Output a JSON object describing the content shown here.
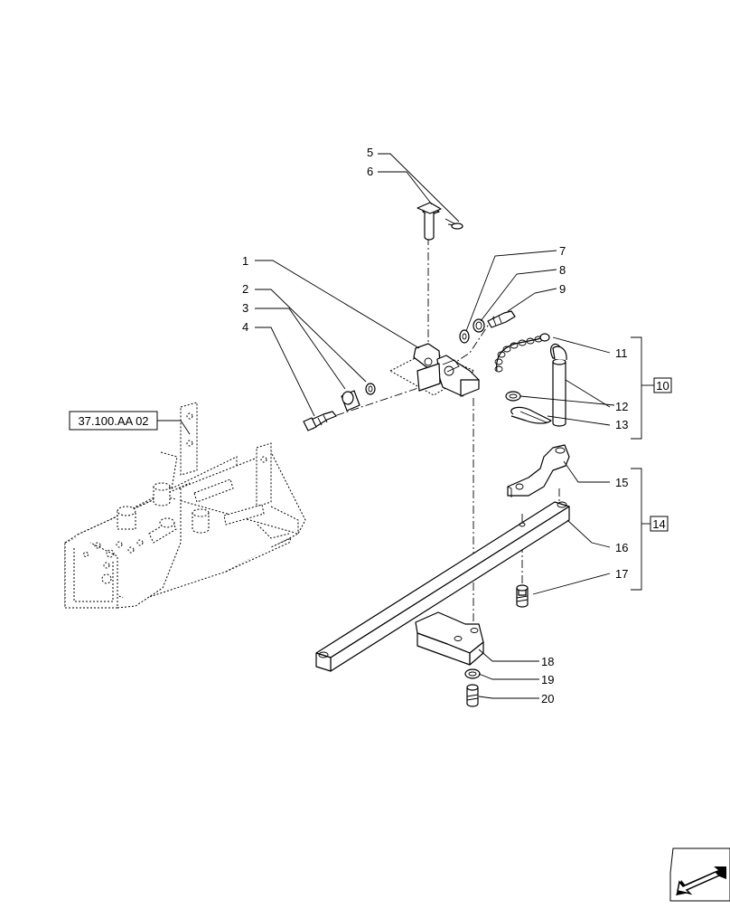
{
  "diagram": {
    "reference_label": "37.100.AA 02",
    "group_labels": [
      "10",
      "14"
    ],
    "callouts": [
      "1",
      "2",
      "3",
      "4",
      "5",
      "6",
      "7",
      "8",
      "9",
      "11",
      "12",
      "13",
      "15",
      "16",
      "17",
      "18",
      "19",
      "20"
    ]
  },
  "icons": {
    "nav": "next-page-arrow-icon"
  }
}
